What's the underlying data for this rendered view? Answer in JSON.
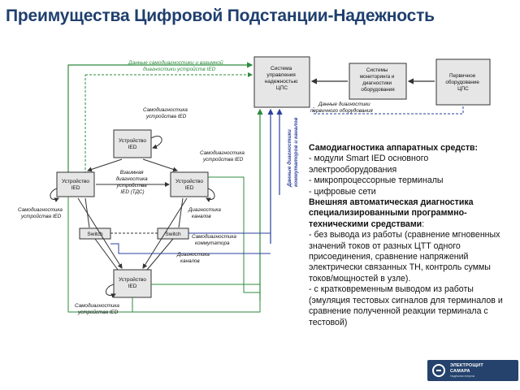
{
  "title": "Преимущества Цифровой Подстанции-Надежность",
  "diagram": {
    "boxes": {
      "cps": [
        "Система",
        "управления",
        "надежностью",
        "ЦПС"
      ],
      "monitoring": [
        "Системы",
        "мониторинга и",
        "диагностики",
        "оборудования"
      ],
      "primary": [
        "Первичное",
        "оборудование",
        "ЦПС"
      ],
      "ied": [
        "Устройство",
        "IED"
      ],
      "switch": "Switch"
    },
    "labels": {
      "self_diag_ied": [
        "Самодиагностика",
        "устройства IED"
      ],
      "mutual_data": [
        "Данные самодиагностики и взаимной",
        "диагностики устройств IED"
      ],
      "primary_diag_data": [
        "Данные диагностики",
        "первичного оборудования"
      ],
      "mutual_diag": [
        "Взаимная",
        "диагностика",
        "устройства",
        "IED (ТДС)"
      ],
      "channel_diag": [
        "Диагностика",
        "каналов"
      ],
      "switch_self_diag": [
        "Самодиагностика",
        "коммутатора"
      ],
      "switch_data": [
        "Данные диагностики",
        "коммутаторов и каналов"
      ]
    }
  },
  "panel": [
    {
      "text": "Самодиагностика аппаратных средств:",
      "bold": true
    },
    {
      "text": "- модули Smart IED основного электрооборудования",
      "bold": false
    },
    {
      "text": "-  микропроцессорные терминалы",
      "bold": false
    },
    {
      "text": "-  цифровые сети",
      "bold": false
    },
    {
      "text": "Внешняя автоматическая диагностика специализированными программно-техническими средствами",
      "bold": true,
      "suffix": ":"
    },
    {
      "text": "- без вывода из работы (сравнение мгновенных значений токов от разных ЦТТ одного присоединения, сравнение напряжений электрически связанных ТН, контроль суммы токов/мощностей в узле).",
      "bold": false
    },
    {
      "text": "- с кратковременным выводом из работы (эмуляция тестовых сигналов для терминалов и сравнение полученной реакции терминала с тестовой)",
      "bold": false
    }
  ],
  "logo": {
    "line1": "ЭЛЕКТРОЩИТ",
    "line2": "САМАРА",
    "line3": "Надёжная энергия"
  },
  "colors": {
    "title": "#1f3f6e",
    "box_fill": "#e6e6e6",
    "green_arrow": "#2e8b3e",
    "blue_arrow": "#2b3f9e",
    "line": "#333333"
  }
}
